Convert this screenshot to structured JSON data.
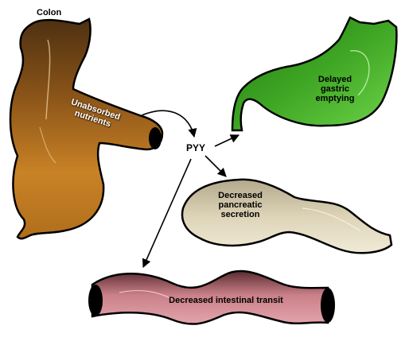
{
  "labels": {
    "colon": "Colon",
    "unabsorbed_line1": "Unabsorbed",
    "unabsorbed_line2": "nutrients",
    "pyy": "PYY",
    "gastric_line1": "Delayed",
    "gastric_line2": "gastric",
    "gastric_line3": "emptying",
    "pancreatic_line1": "Decreased",
    "pancreatic_line2": "pancreatic",
    "pancreatic_line3": "secretion",
    "intestinal": "Decreased intestinal transit"
  },
  "colors": {
    "colon": "#a0641c",
    "stomach": "#3fa624",
    "pancreas": "#d6cdb0",
    "intestine": "#d3868f",
    "arrow": "#000000"
  },
  "icons": {
    "colon": "colon-organ-icon",
    "stomach": "stomach-organ-icon",
    "pancreas": "pancreas-organ-icon",
    "intestine": "intestine-organ-icon"
  }
}
